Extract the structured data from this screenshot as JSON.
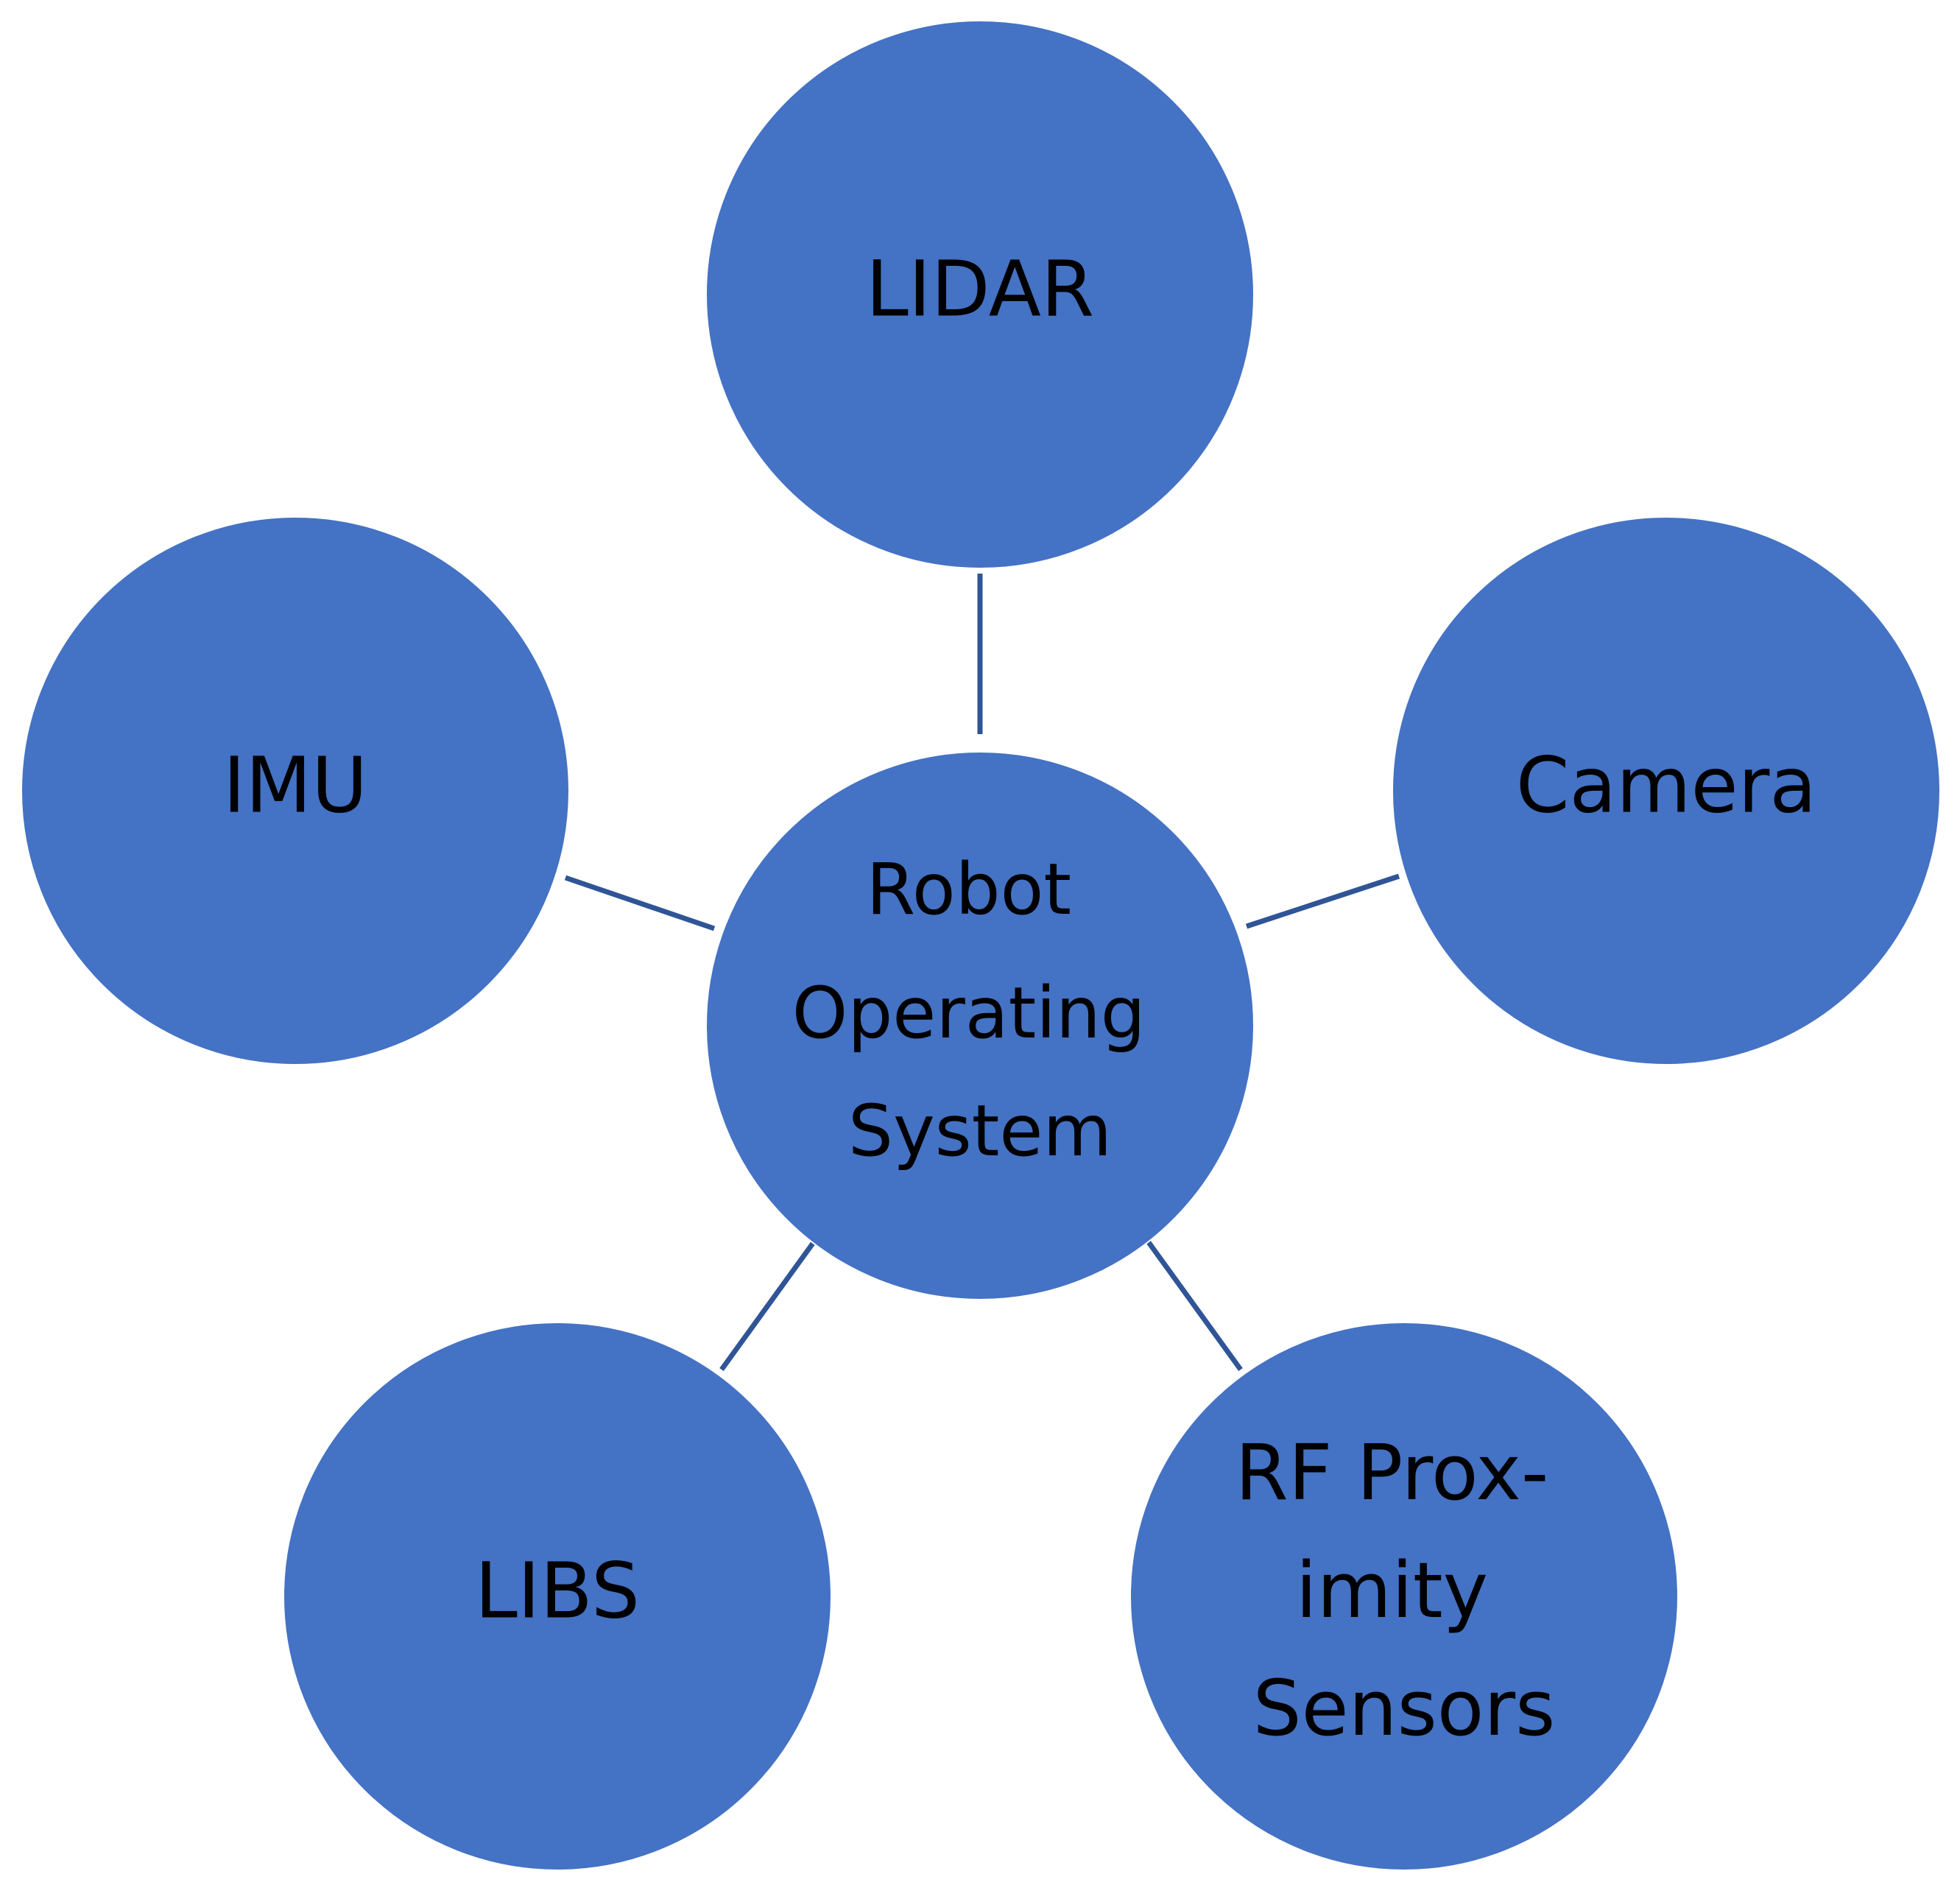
{
  "colors": {
    "node_fill": "#4472C4",
    "connector": "#2F5597",
    "text": "#000000",
    "background": "#FFFFFF"
  },
  "center": {
    "lines": [
      "Robot",
      "Operating",
      "System"
    ]
  },
  "nodes": [
    {
      "id": "lidar",
      "lines": [
        "LIDAR"
      ]
    },
    {
      "id": "camera",
      "lines": [
        "Camera"
      ]
    },
    {
      "id": "rf-proximity-sensors",
      "lines": [
        "RF Prox-",
        "imity",
        "Sensors"
      ]
    },
    {
      "id": "libs",
      "lines": [
        "LIBS"
      ]
    },
    {
      "id": "imu",
      "lines": [
        "IMU"
      ]
    }
  ]
}
